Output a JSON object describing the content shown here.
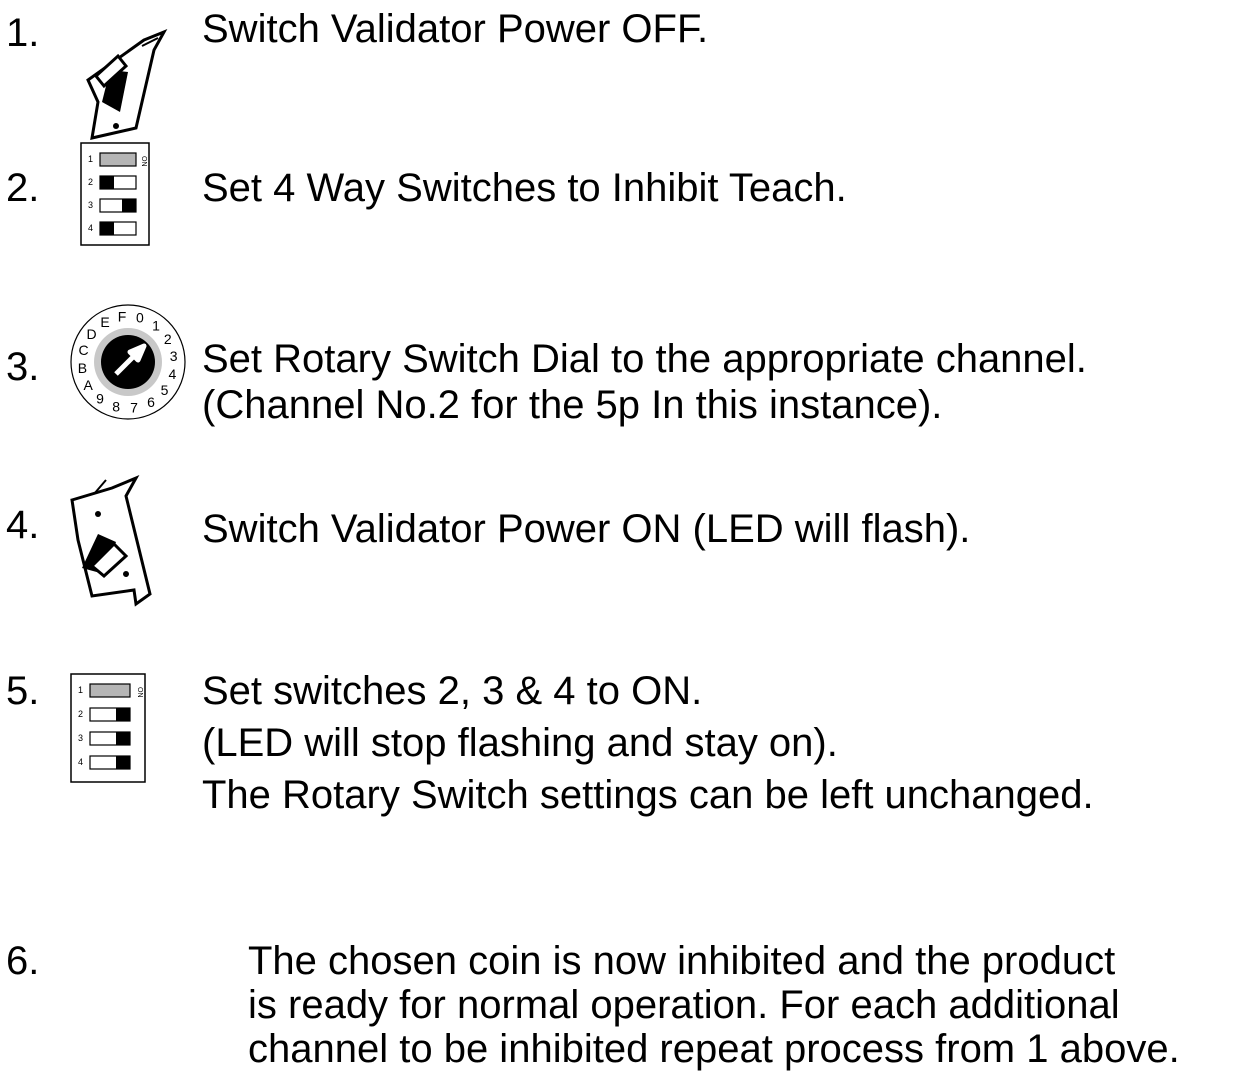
{
  "steps": [
    {
      "number": "1.",
      "lines": [
        "Switch Validator Power OFF."
      ],
      "figure": "toggle-switch-off"
    },
    {
      "number": "2.",
      "lines": [
        "Set 4 Way Switches to Inhibit Teach."
      ],
      "figure": "dip-switch-block",
      "dip": {
        "on_label": "ON",
        "switches": [
          {
            "label": "1",
            "state": "grey"
          },
          {
            "label": "2",
            "state": "left"
          },
          {
            "label": "3",
            "state": "right"
          },
          {
            "label": "4",
            "state": "left"
          }
        ]
      }
    },
    {
      "number": "3.",
      "lines": [
        "Set Rotary Switch Dial to the appropriate channel.",
        "(Channel No.2 for the 5p In this instance)."
      ],
      "figure": "rotary-dial",
      "dial": {
        "labels": [
          "0",
          "1",
          "2",
          "3",
          "4",
          "5",
          "6",
          "7",
          "8",
          "9",
          "A",
          "B",
          "C",
          "D",
          "E",
          "F"
        ],
        "selected": "2"
      }
    },
    {
      "number": "4.",
      "lines": [
        "Switch Validator Power ON (LED will flash)."
      ],
      "figure": "toggle-switch-on"
    },
    {
      "number": "5.",
      "lines": [
        "Set switches 2, 3 & 4 to ON.",
        "(LED will stop flashing and stay on).",
        "The  Rotary Switch settings can be left unchanged."
      ],
      "figure": "dip-switch-block",
      "dip": {
        "on_label": "ON",
        "switches": [
          {
            "label": "1",
            "state": "grey"
          },
          {
            "label": "2",
            "state": "right"
          },
          {
            "label": "3",
            "state": "right"
          },
          {
            "label": "4",
            "state": "right"
          }
        ]
      }
    },
    {
      "number": "6.",
      "lines": [
        "The chosen coin is now inhibited and the product",
        "is ready for normal operation. For each additional",
        "channel to be inhibited repeat process from 1 above."
      ],
      "figure": ""
    }
  ]
}
